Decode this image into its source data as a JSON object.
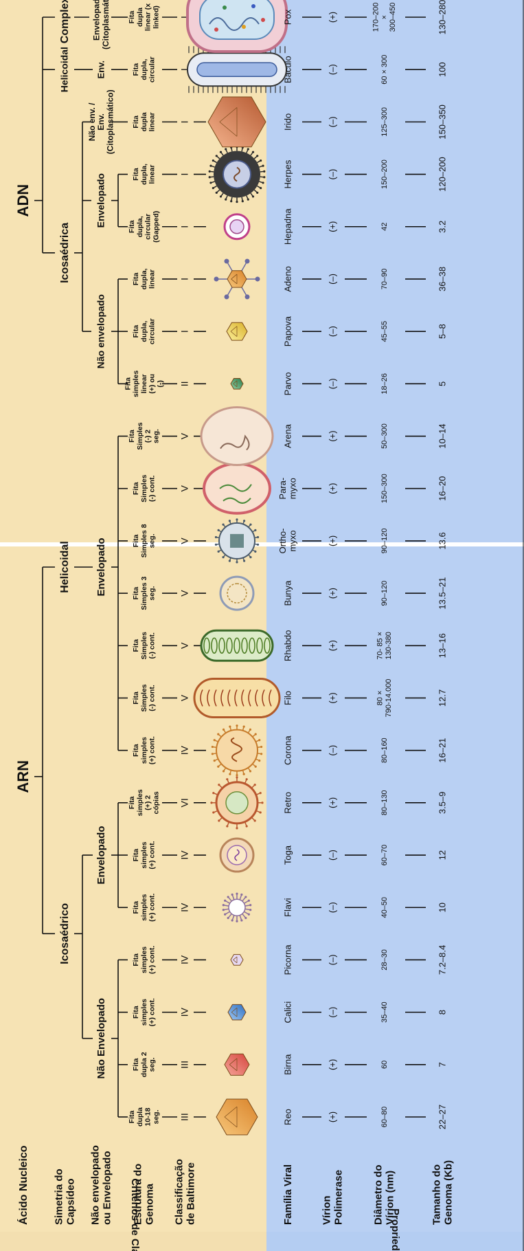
{
  "colors": {
    "top_band": "#f6e3b4",
    "bottom_band": "#b9d0f3",
    "separator": "#ffffff",
    "line": "#111111",
    "header_band_left": "#f3dfb0",
    "header_band_left_bottom": "#b4cdf2"
  },
  "sidebar": {
    "criteria_label": "Critérios de Classificação",
    "properties_label": "Propriedades"
  },
  "row_labels": {
    "nucleic_acid": "Ácido Nucleico",
    "capsid_symmetry": "Simetria do Capsídeo",
    "envelope": "Não envelopado ou Envelopado",
    "genome_structure": "Estrutura do Genoma",
    "baltimore": "Classificação de Baltimore",
    "family": "Família Viral",
    "polymerase": "Vírion Polimerase",
    "diameter": "Diâmetro do Vírion (nm)",
    "genome_size": "Tamanho do Genoma (Kb)"
  },
  "tree": {
    "rna": "ARN",
    "dna": "ADN",
    "rna_icosahedral": "Icosaédrico",
    "rna_helical": "Helicoidal",
    "rna_ico_nonenv": "Não Envelopado",
    "rna_ico_env": "Envelopado",
    "rna_hel_env": "Envelopado",
    "dna_icosahedral": "Icosaédrica",
    "dna_helical": "Helicoidal",
    "dna_complex": "Complexa",
    "dna_ico_nonenv": "Não envelopado",
    "dna_ico_env": "Envelopado",
    "dna_ico_irido": "Não env. / Env. (Citoplasmático)",
    "dna_hel_env": "Env.",
    "dna_complex_env": "Envelopado (Citoplasmático)"
  },
  "families": [
    {
      "name": "Reo",
      "genome": "Fita dupla 10-18 seg.",
      "baltimore": "III",
      "polymerase": "(+)",
      "diameter": "60–80",
      "size": "22–27",
      "icon": "icosahedron-orange-icon"
    },
    {
      "name": "Birna",
      "genome": "Fita dupla 2 seg.",
      "baltimore": "III",
      "polymerase": "(+)",
      "diameter": "60",
      "size": "7",
      "icon": "icosahedron-red-icon"
    },
    {
      "name": "Calici",
      "genome": "Fita simples (+) cont.",
      "baltimore": "IV",
      "polymerase": "(–)",
      "diameter": "35–40",
      "size": "8",
      "icon": "icosahedron-blue-icon"
    },
    {
      "name": "Picorna",
      "genome": "Fita simples (+) cont.",
      "baltimore": "IV",
      "polymerase": "(–)",
      "diameter": "28–30",
      "size": "7.2–8.4",
      "icon": "icosahedron-lilac-icon"
    },
    {
      "name": "Flavi",
      "genome": "Fita simples (+) cont.",
      "baltimore": "IV",
      "polymerase": "(–)",
      "diameter": "40–50",
      "size": "10",
      "icon": "spiked-sphere-icon"
    },
    {
      "name": "Toga",
      "genome": "Fita simples (+) cont.",
      "baltimore": "IV",
      "polymerase": "(–)",
      "diameter": "60–70",
      "size": "12",
      "icon": "enveloped-capsid-icon"
    },
    {
      "name": "Retro",
      "genome": "Fita simples (+) 2 cópias",
      "baltimore": "VI",
      "polymerase": "(+)",
      "diameter": "80–130",
      "size": "3.5–9",
      "icon": "retrovirus-icon"
    },
    {
      "name": "Corona",
      "genome": "Fita simples (+) cont.",
      "baltimore": "IV",
      "polymerase": "(–)",
      "diameter": "80–160",
      "size": "16–21",
      "icon": "coronavirus-icon"
    },
    {
      "name": "Filo",
      "genome": "Fita Simples (-) cont.",
      "baltimore": "V",
      "polymerase": "(+)",
      "diameter": "80 × 790-14.000",
      "size": "12.7",
      "icon": "filovirus-icon"
    },
    {
      "name": "Rhabdo",
      "genome": "Fita Simples (-) cont.",
      "baltimore": "V",
      "polymerase": "(+)",
      "diameter": "70- 85 × 130-380",
      "size": "13–16",
      "icon": "rhabdovirus-icon"
    },
    {
      "name": "Bunya",
      "genome": "Fita Simples 3 seg.",
      "baltimore": "V",
      "polymerase": "(+)",
      "diameter": "90–120",
      "size": "13.5–21",
      "icon": "bunyavirus-icon"
    },
    {
      "name": "Ortho- myxo",
      "genome": "Fita Simples 8 seg.",
      "baltimore": "V",
      "polymerase": "(+)",
      "diameter": "90–120",
      "size": "13.6",
      "icon": "orthomyxovirus-icon"
    },
    {
      "name": "Para- myxo",
      "genome": "Fita Simples (-) cont.",
      "baltimore": "V",
      "polymerase": "(+)",
      "diameter": "150–300",
      "size": "16–20",
      "icon": "paramyxovirus-icon"
    },
    {
      "name": "Arena",
      "genome": "Fita Simples (-) 2 seg.",
      "baltimore": "V",
      "polymerase": "(+)",
      "diameter": "50–300",
      "size": "10–14",
      "icon": "arenavirus-icon"
    },
    {
      "name": "Parvo",
      "genome": "Fita simples linear (+) ou (-)",
      "baltimore": "II",
      "polymerase": "(–)",
      "diameter": "18–26",
      "size": "5",
      "icon": "icosahedron-green-icon"
    },
    {
      "name": "Papova",
      "genome": "Fita dupla, circular",
      "baltimore": "I",
      "polymerase": "(–)",
      "diameter": "45–55",
      "size": "5–8",
      "icon": "icosahedron-yellow-icon"
    },
    {
      "name": "Adeno",
      "genome": "Fita dupla, linear",
      "baltimore": "I",
      "polymerase": "(–)",
      "diameter": "70–90",
      "size": "36–38",
      "icon": "adenovirus-icon"
    },
    {
      "name": "Hepadna",
      "genome": "Fita dupla, circular (Gapped)",
      "baltimore": "I",
      "polymerase": "(+)",
      "diameter": "42",
      "size": "3.2",
      "icon": "hepadnavirus-icon"
    },
    {
      "name": "Herpes",
      "genome": "Fita dupla, linear",
      "baltimore": "I",
      "polymerase": "(–)",
      "diameter": "150–200",
      "size": "120–200",
      "icon": "herpesvirus-icon"
    },
    {
      "name": "Irido",
      "genome": "Fita dupla linear",
      "baltimore": "I",
      "polymerase": "(–)",
      "diameter": "125–300",
      "size": "150–350",
      "icon": "iridovirus-icon"
    },
    {
      "name": "Baculo",
      "genome": "Fita dupla, circular",
      "baltimore": "I",
      "polymerase": "(–)",
      "diameter": "60 × 300",
      "size": "100",
      "icon": "baculovirus-icon"
    },
    {
      "name": "Pox",
      "genome": "Fita dupla linear (x linked)",
      "baltimore": "I",
      "polymerase": "(+)",
      "diameter": "170–200 × 300–450",
      "size": "130–280",
      "icon": "poxvirus-icon"
    }
  ]
}
